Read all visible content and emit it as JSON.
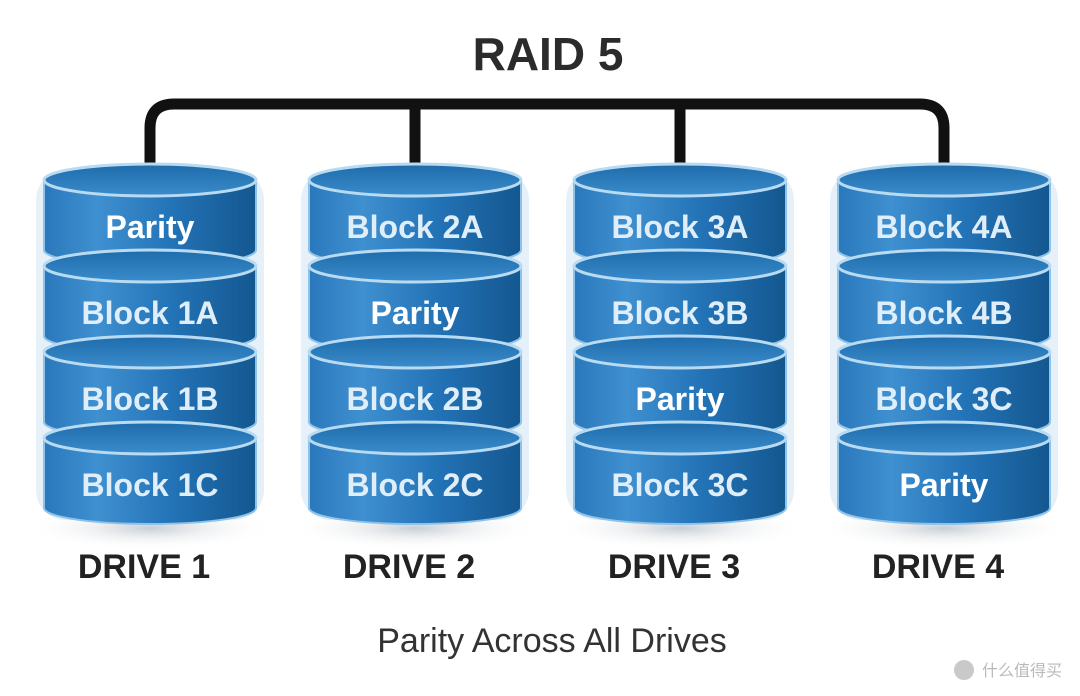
{
  "title": "RAID 5",
  "caption": "Parity Across All Drives",
  "watermark": "什么值得买",
  "colors": {
    "segment_top": "#3f8fcf",
    "segment_mid": "#1f6fb3",
    "segment_bottom": "#155a96",
    "cap_fill": "#2c7fc3",
    "cap_rim": "#8fc2e8",
    "connector": "#111111",
    "title": "#2b2b2b"
  },
  "drives": [
    {
      "label": "DRIVE 1",
      "blocks": [
        "Parity",
        "Block 1A",
        "Block 1B",
        "Block 1C"
      ]
    },
    {
      "label": "DRIVE 2",
      "blocks": [
        "Block 2A",
        "Parity",
        "Block 2B",
        "Block 2C"
      ]
    },
    {
      "label": "DRIVE 3",
      "blocks": [
        "Block 3A",
        "Block 3B",
        "Parity",
        "Block 3C"
      ]
    },
    {
      "label": "DRIVE 4",
      "blocks": [
        "Block 4A",
        "Block 4B",
        "Block 3C",
        "Parity"
      ]
    }
  ]
}
